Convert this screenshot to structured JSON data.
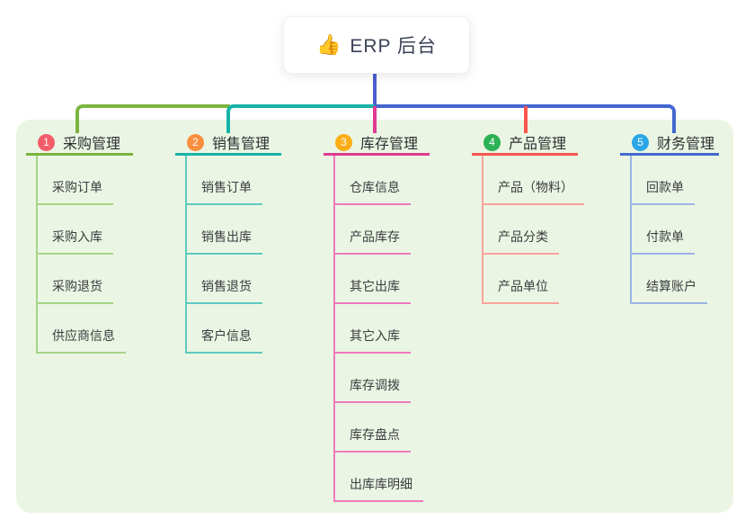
{
  "root": {
    "emoji": "👍",
    "icon": "thumbs-up-icon",
    "label": "ERP 后台",
    "stem_color": "#4c5fce"
  },
  "branches": [
    {
      "num": "1",
      "label": "采购管理",
      "line_color": "#7cb43e",
      "child_line_color": "#a6d387",
      "badge_color": "#f35d6a",
      "children": [
        "采购订单",
        "采购入库",
        "采购退货",
        "供应商信息"
      ]
    },
    {
      "num": "2",
      "label": "销售管理",
      "line_color": "#17b3a9",
      "child_line_color": "#5ec9c1",
      "badge_color": "#f9903f",
      "children": [
        "销售订单",
        "销售出库",
        "销售退货",
        "客户信息"
      ]
    },
    {
      "num": "3",
      "label": "库存管理",
      "line_color": "#e03a92",
      "child_line_color": "#ee7abc",
      "badge_color": "#fbae17",
      "children": [
        "仓库信息",
        "产品库存",
        "其它出库",
        "其它入库",
        "库存调拨",
        "库存盘点",
        "出库库明细"
      ]
    },
    {
      "num": "4",
      "label": "产品管理",
      "line_color": "#f8554f",
      "child_line_color": "#faa19c",
      "badge_color": "#2cb154",
      "children": [
        "产品（物料）",
        "产品分类",
        "产品单位"
      ]
    },
    {
      "num": "5",
      "label": "财务管理",
      "line_color": "#4468d0",
      "child_line_color": "#9db3e6",
      "badge_color": "#2ba7e8",
      "children": [
        "回款单",
        "付款单",
        "结算账户"
      ]
    }
  ]
}
